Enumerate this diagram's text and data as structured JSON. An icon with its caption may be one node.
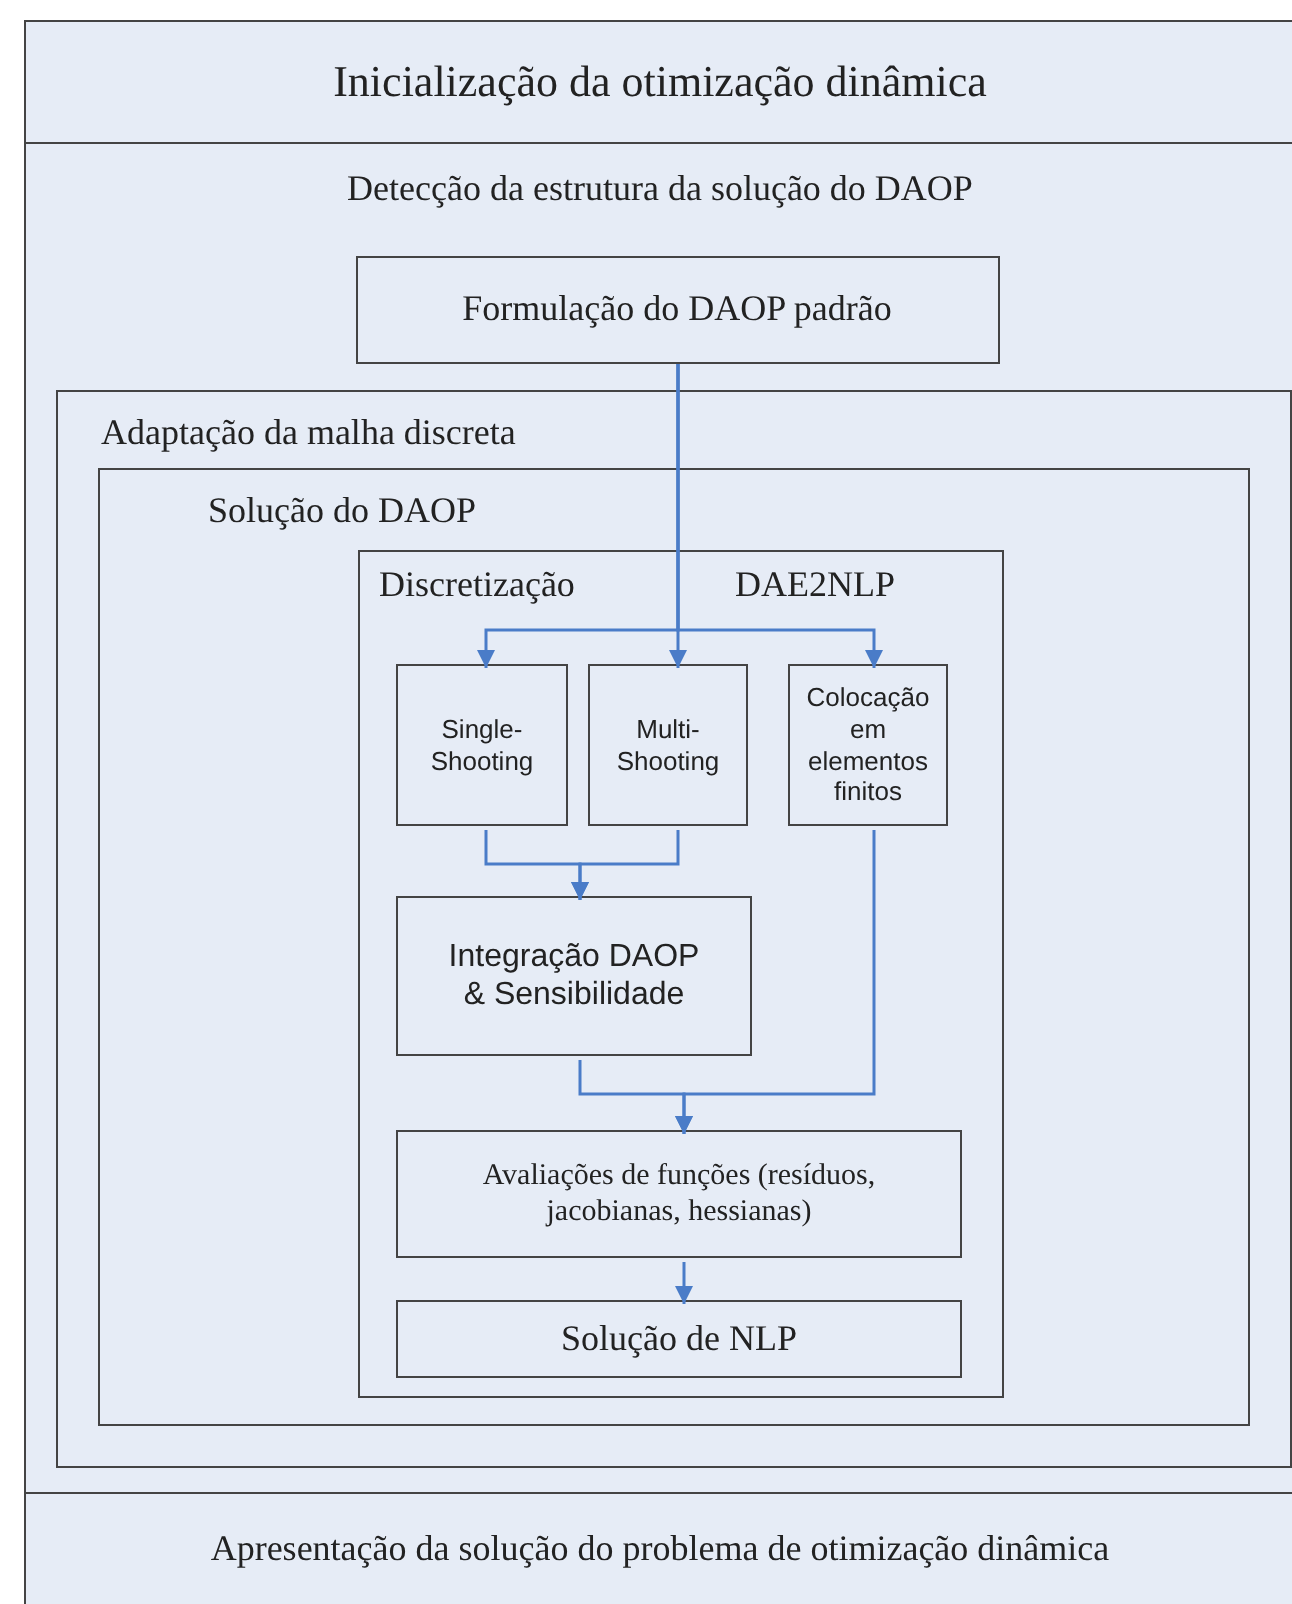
{
  "diagram": {
    "nodes": [
      {
        "text": [
          "Inicialização da otimização dinâmica"
        ]
      },
      {
        "text": [
          "Detecção da estrutura da solução do DAOP"
        ]
      },
      {
        "text": [
          "Formulação do DAOP padrão"
        ],
        "in": 1
      },
      {
        "text": [
          "Adaptação da malha discreta"
        ],
        "in": 1
      },
      {
        "text": [
          "Solução do DAOP"
        ],
        "in": 3
      },
      {
        "text": [
          "Discretização",
          "DAE2NLP"
        ],
        "in": 4
      },
      {
        "text": [
          "Single- Shooting"
        ],
        "in": 5
      },
      {
        "text": [
          "Multi- Shooting"
        ],
        "in": 5
      },
      {
        "text": [
          "Colocação em elementos finitos"
        ],
        "in": 5
      },
      {
        "text": [
          "Integração DAOP & Sensibilidade"
        ],
        "in": 5
      },
      {
        "text": [
          "Avaliações de funções (resíduos, jacobianas, hessianas)"
        ],
        "in": 5
      },
      {
        "text": [
          "Solução de NLP"
        ],
        "in": 5
      },
      {
        "text": [
          "Apresentação da solução do problema de otimização dinâmica"
        ]
      }
    ],
    "edges": [
      {
        "from": 2,
        "to": 6,
        "arrow": "to"
      },
      {
        "from": 2,
        "to": 7,
        "arrow": "to"
      },
      {
        "from": 2,
        "to": 8,
        "arrow": "to"
      },
      {
        "from": 6,
        "to": 9,
        "arrow": "to"
      },
      {
        "from": 7,
        "to": 9,
        "arrow": "to"
      },
      {
        "from": 9,
        "to": 10,
        "arrow": "to"
      },
      {
        "from": 8,
        "to": 10,
        "arrow": "to"
      },
      {
        "from": 10,
        "to": 11,
        "arrow": "to"
      }
    ]
  }
}
